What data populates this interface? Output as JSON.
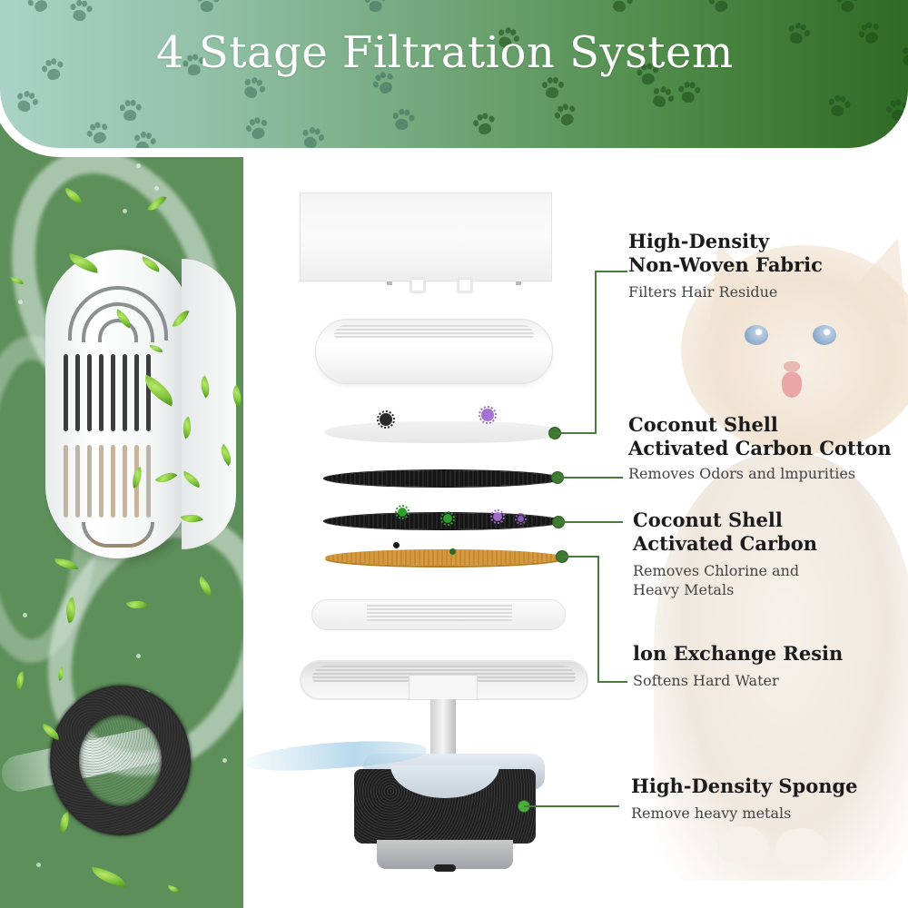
{
  "banner": {
    "title": "4 Stage Filtration System",
    "gradient_colors": [
      "#a9d3c6",
      "#6fa576",
      "#2f6b25"
    ]
  },
  "left_panel": {
    "background_color": "#5d8f5a",
    "items": [
      "filter-cartridge",
      "ring-sponge",
      "water-splash",
      "green-leaves"
    ]
  },
  "stages": [
    {
      "title_line1": "High-Density",
      "title_line2": "Non-Woven Fabric",
      "desc_line1": "Filters Hair Residue",
      "desc_line2": ""
    },
    {
      "title_line1": "Coconut Shell",
      "title_line2": "Activated Carbon Cotton",
      "desc_line1": "Removes Odors and lmpurities",
      "desc_line2": ""
    },
    {
      "title_line1": "Coconut Shell",
      "title_line2": "Activated Carbon",
      "desc_line1": "Removes Chlorine and",
      "desc_line2": "Heavy Metals"
    },
    {
      "title_line1": "lon Exchange Resin",
      "title_line2": "",
      "desc_line1": "Softens Hard Water",
      "desc_line2": ""
    },
    {
      "title_line1": "High-Density Sponge",
      "title_line2": "",
      "desc_line1": "Remove heavy metals",
      "desc_line2": ""
    }
  ],
  "colors": {
    "connector": "#4a7a3e",
    "title_text": "#1b1b1b",
    "desc_text": "#444444"
  }
}
